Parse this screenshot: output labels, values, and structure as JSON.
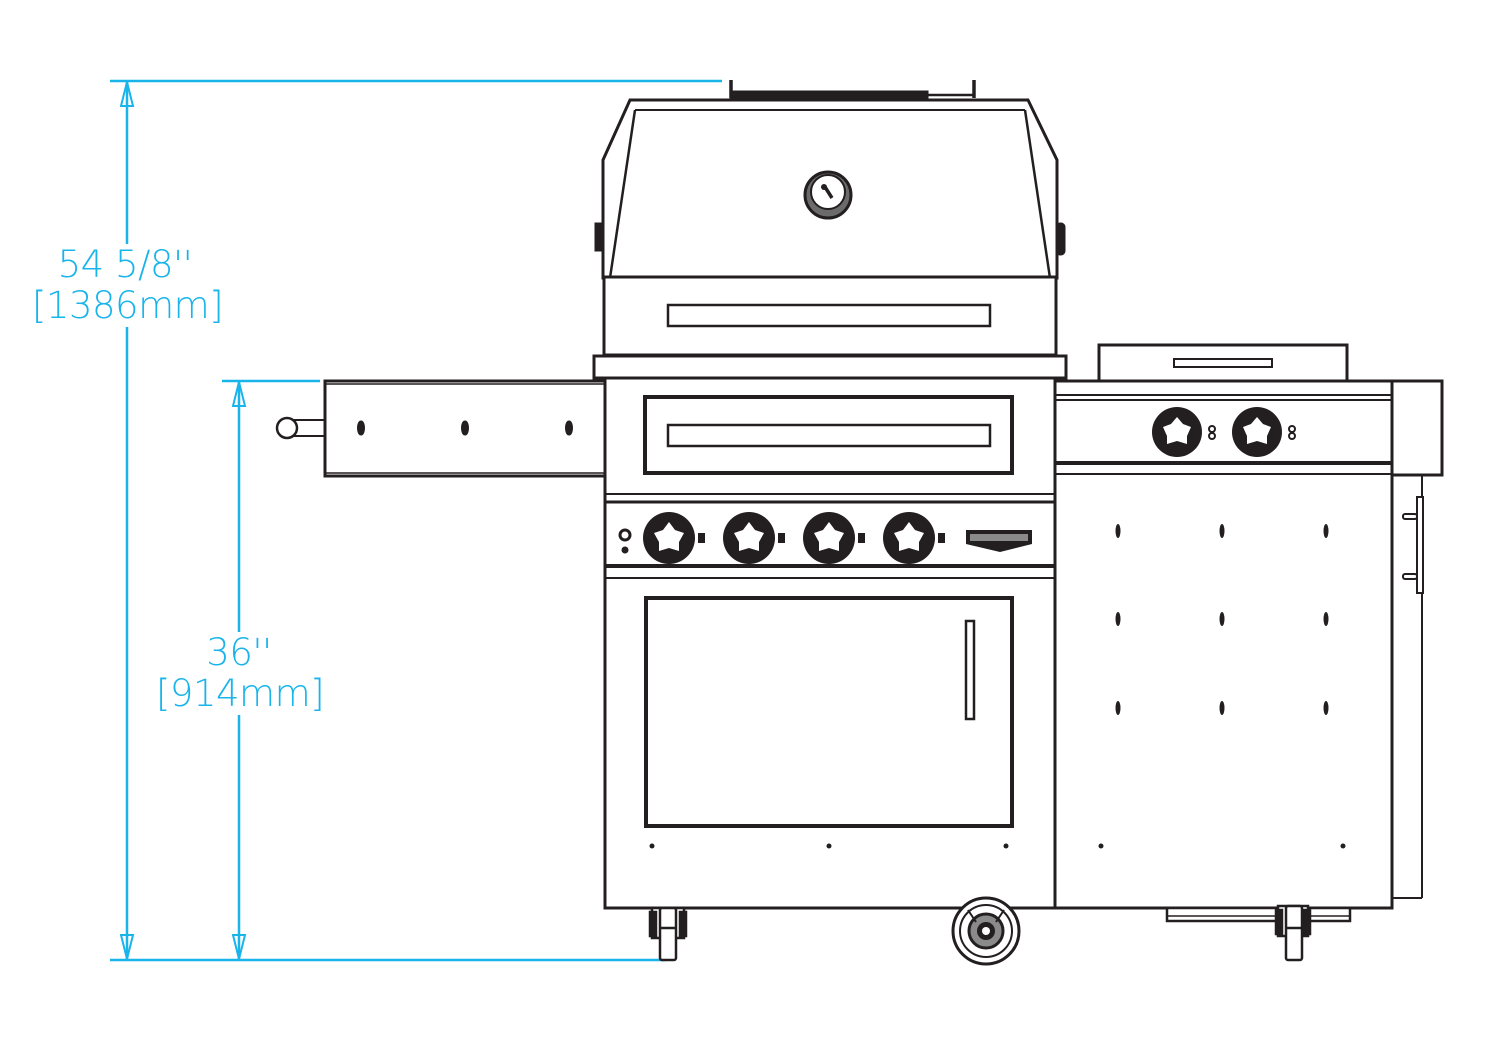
{
  "drawing": {
    "subject": "Gas grill on cart with side burner cabinet — front elevation",
    "colors": {
      "dimension_line": "#19b4ea",
      "outline": "#231f20",
      "background": "#ffffff"
    }
  },
  "dimensions": {
    "total_height": {
      "imperial": "54 5/8''",
      "metric": "[1386mm]"
    },
    "counter_height": {
      "imperial": "36''",
      "metric": "[914mm]"
    }
  },
  "components": {
    "main_knobs": 4,
    "side_burner_knobs": 2,
    "thermometer": "lid-thermometer",
    "brand_badge": "logo-badge",
    "casters": 3
  }
}
